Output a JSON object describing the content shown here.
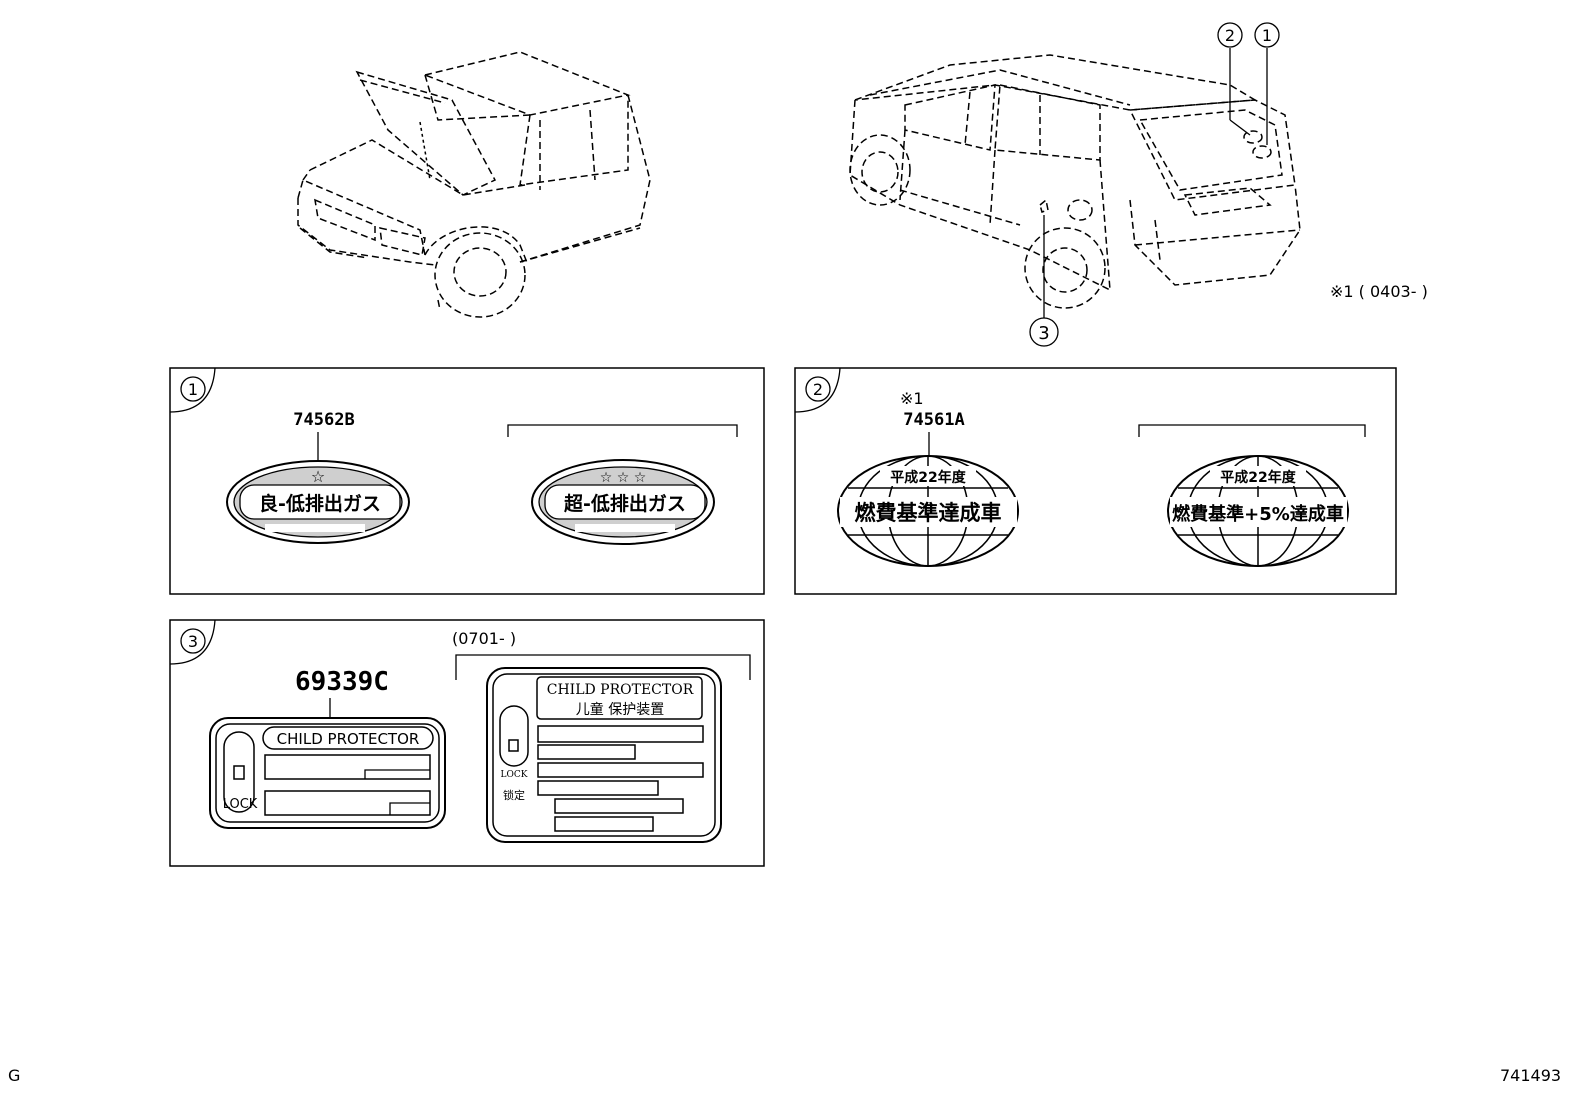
{
  "callouts": {
    "c1": "1",
    "c2": "2",
    "c3": "3"
  },
  "note": "※1 ( 0403-        )",
  "panel1": {
    "marker": "1",
    "part_no": "74562B",
    "label_left_text": "良-低排出ガス",
    "label_left_stars": "☆",
    "label_right_text": "超-低排出ガス",
    "label_right_stars": "☆ ☆ ☆"
  },
  "panel2": {
    "marker": "2",
    "ref_mark": "※1",
    "part_no": "74561A",
    "label_left_top": "平成22年度",
    "label_left_main": "燃費基準達成車",
    "label_right_top": "平成22年度",
    "label_right_main": "燃費基準+5%達成車"
  },
  "panel3": {
    "marker": "3",
    "date_range": "(0701-      )",
    "part_no": "69339C",
    "left_label_title": "CHILD PROTECTOR",
    "left_label_lock": "LOCK",
    "right_label_title_en": "CHILD PROTECTOR",
    "right_label_title_cn": "儿童 保护装置",
    "right_label_lock": "LOCK",
    "right_label_lock_cn": "锁定"
  },
  "footer": {
    "left": "G",
    "right": "741493"
  }
}
